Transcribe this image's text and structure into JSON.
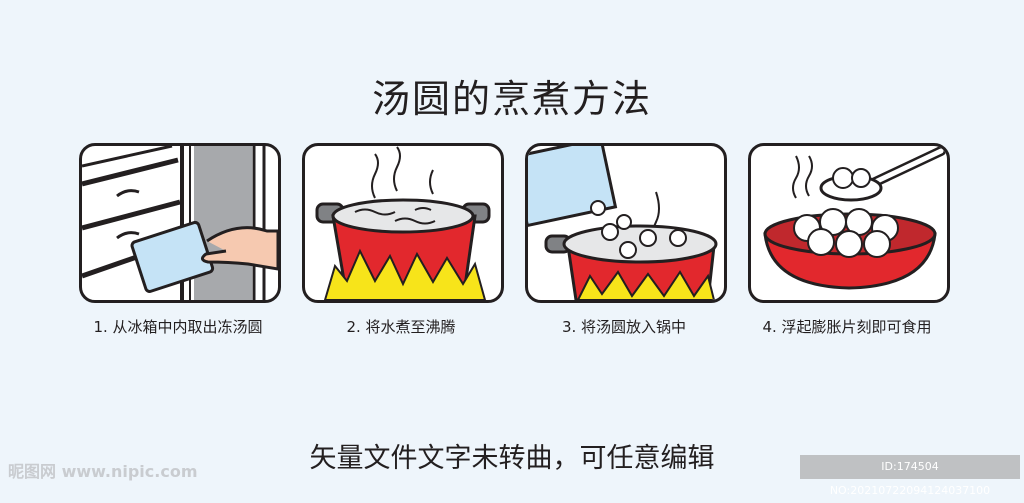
{
  "title": "汤圆的烹煮方法",
  "steps": [
    {
      "caption": "1. 从冰箱中内取出冻汤圆",
      "icon": "freezer-icon"
    },
    {
      "caption": "2. 将水煮至沸腾",
      "icon": "boiling-pot-icon"
    },
    {
      "caption": "3. 将汤圆放入锅中",
      "icon": "pour-dumplings-icon"
    },
    {
      "caption": "4. 浮起膨胀片刻即可食用",
      "icon": "bowl-spoon-icon"
    }
  ],
  "note": "矢量文件文字未转曲，可任意编辑",
  "watermark": "昵图网 www.nipic.com",
  "image_id": "ID:174504 NO:20210722094124037100",
  "colors": {
    "background": "#eef5fb",
    "pot_red": "#e2282d",
    "flame": "#f7e41a",
    "outline": "#231f20"
  }
}
